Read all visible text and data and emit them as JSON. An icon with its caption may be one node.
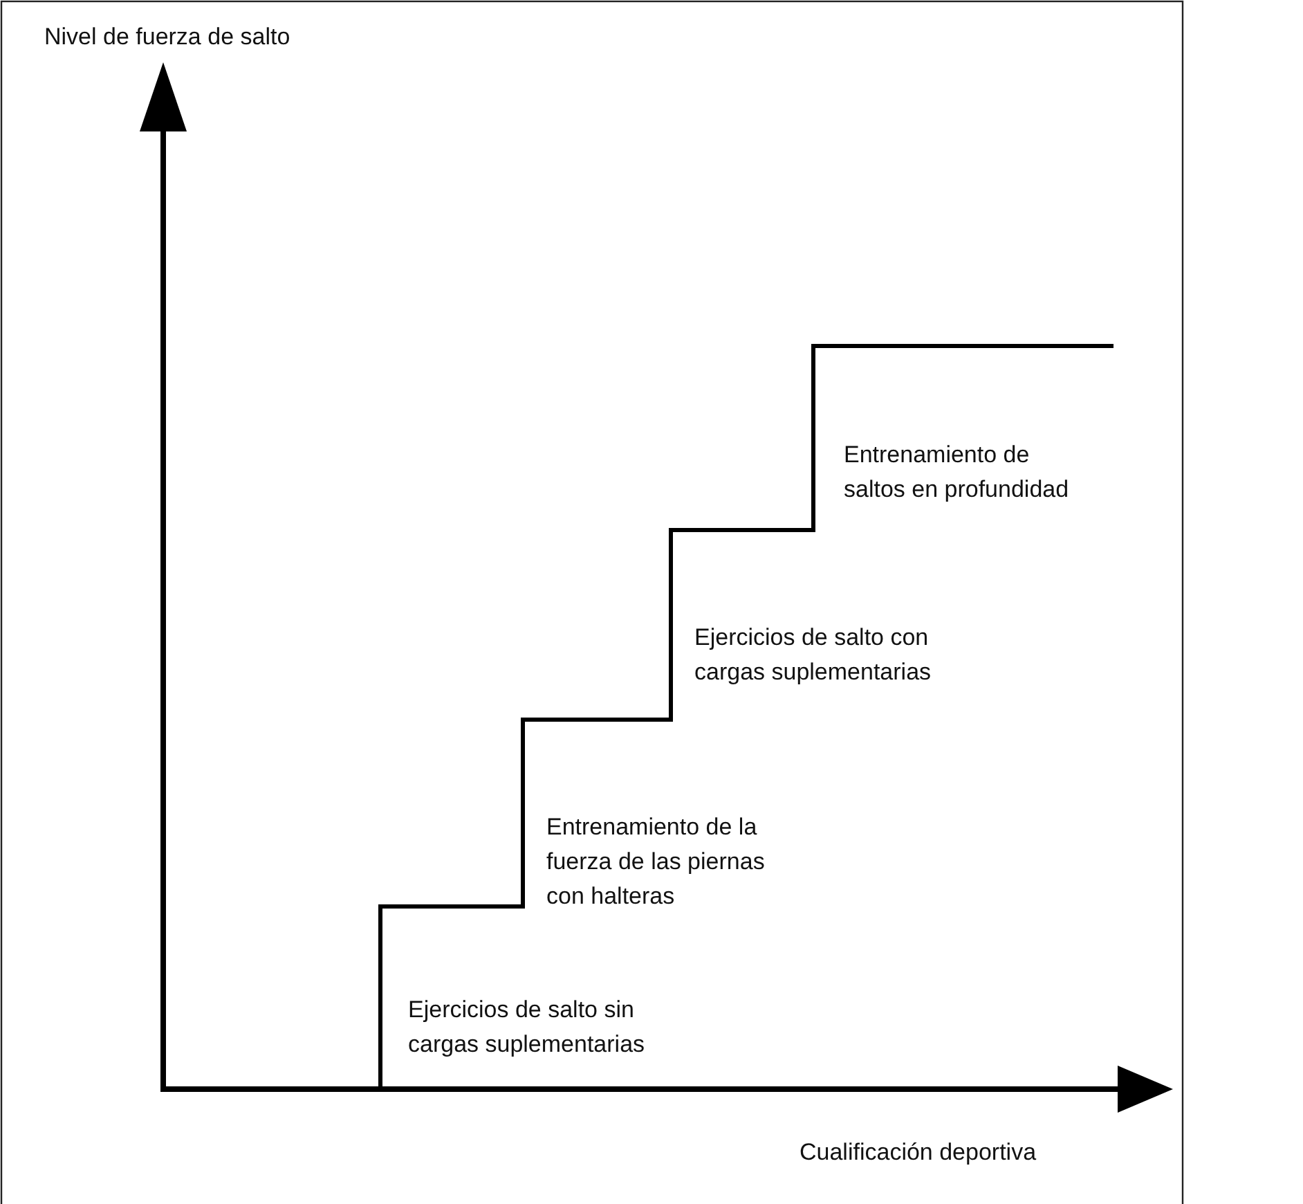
{
  "diagram": {
    "labels": [
      "Nivel de fuerza de salto",
      "Entrenamiento de saltos en profundidad",
      "Ejercicios de salto con cargas suplementarias",
      "Entrenamiento de la fuerza de las piernas con halteras",
      "Ejercicios de salto sin cargas suplementarias",
      "Cualificación deportiva"
    ]
  }
}
